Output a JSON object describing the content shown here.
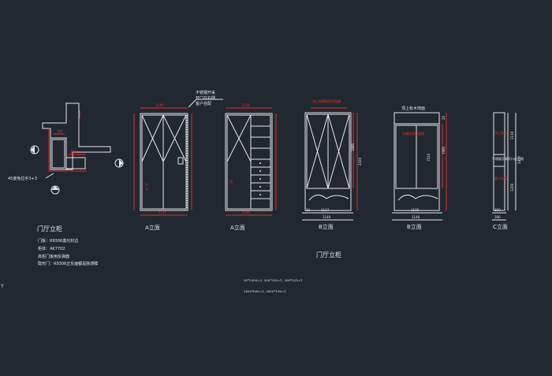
{
  "colors": {
    "background": "#212830",
    "lines": "#e6e6e6",
    "dimension": "#e03030"
  },
  "plan": {
    "handle_note": "45度免拉手3+3"
  },
  "notes": {
    "title": "门厅立柜",
    "lines": [
      "门板：R9306激光封边",
      "柜体：AK7702",
      "高柜门板用反弹器",
      "隐形门：R9306正反面都是肤感膜"
    ]
  },
  "callout": {
    "line1": "不锈钢开采",
    "line2": "开口在右侧",
    "line3": "客户自配"
  },
  "elevations": {
    "a1": "A立面",
    "a2": "A立面",
    "b1": "B立面",
    "b2": "B立面",
    "c": "C立面"
  },
  "b1_dims": {
    "top_note": "顶上有横梁到顶留缝",
    "height1": "1980",
    "height2": "2410",
    "bottom_left": "20",
    "bottom_mid": "1117",
    "bottom_total": "1140"
  },
  "b2_dims": {
    "top_note": "顶上有木饰面",
    "inner_note": "无横梁到顶留缝",
    "height1": "1524",
    "height2": "1980",
    "right_top": "20",
    "bottom_mid": "1100",
    "bottom_total": "1140"
  },
  "c_dims": {
    "label1": "顶上有木",
    "label2": "不锈钢开采开口在右侧",
    "label3": "客户自配",
    "height1": "1110",
    "height2": "2410",
    "height3": "1200",
    "bottom_dim": "360",
    "bottom_total": "390"
  },
  "a2_labels": {
    "inner": "顶"
  },
  "main_title": "门厅立柜",
  "formulas": {
    "line1": "50*2300=2, 300*250=1, 300*323=1",
    "line2": "2410*690=1, 2410*190=1"
  },
  "ucs": "Y"
}
